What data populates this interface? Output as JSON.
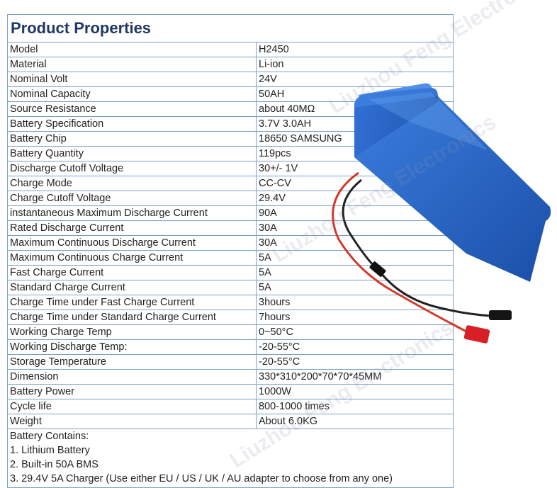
{
  "title": "Product Properties",
  "rows": [
    {
      "label": "Model",
      "value": "H2450"
    },
    {
      "label": "Material",
      "value": "Li-ion"
    },
    {
      "label": "Nominal Volt",
      "value": "24V"
    },
    {
      "label": "Nominal Capacity",
      "value": "50AH"
    },
    {
      "label": "Source Resistance",
      "value": "about 40MΩ"
    },
    {
      "label": "Battery Specification",
      "value": "3.7V 3.0AH"
    },
    {
      "label": "Battery Chip",
      "value": "18650 SAMSUNG"
    },
    {
      "label": "Battery Quantity",
      "value": "119pcs"
    },
    {
      "label": "Discharge Cutoff Voltage",
      "value": "30+/- 1V"
    },
    {
      "label": "Charge Mode",
      "value": "CC-CV"
    },
    {
      "label": "Charge Cutoff Voltage",
      "value": "29.4V"
    },
    {
      "label": "instantaneous Maximum Discharge Current",
      "value": "90A"
    },
    {
      "label": "Rated Discharge Current",
      "value": "30A"
    },
    {
      "label": "Maximum Continuous Discharge Current",
      "value": "30A"
    },
    {
      "label": "Maximum Continuous Charge Current",
      "value": "5A"
    },
    {
      "label": "Fast Charge Current",
      "value": "5A"
    },
    {
      "label": "Standard Charge Current",
      "value": "5A"
    },
    {
      "label": "Charge Time under Fast Charge Current",
      "value": "3hours"
    },
    {
      "label": "Charge Time under Standard Charge Current",
      "value": "7hours"
    },
    {
      "label": "Working Charge Temp",
      "value": "0~50°C"
    },
    {
      "label": "Working Discharge Temp:",
      "value": "-20-55°C"
    },
    {
      "label": "Storage Temperature",
      "value": "-20-55°C"
    },
    {
      "label": "Dimension",
      "value": "330*310*200*70*70*45MM"
    },
    {
      "label": "Battery Power",
      "value": "1000W"
    },
    {
      "label": "Cycle life",
      "value": "800-1000 times"
    },
    {
      "label": "Weight",
      "value": "About 6.0KG"
    }
  ],
  "contains": {
    "heading": "Battery Contains:",
    "items": [
      "1. Lithium Battery",
      "2. Built-in 50A BMS",
      "3. 29.4V 5A Charger (Use either EU / US / UK / AU adapter to choose from any one)"
    ]
  },
  "watermark": "Liuzhou Feng Electronics",
  "colors": {
    "title": "#1f3864",
    "border": "#7ba0c6",
    "battery": "#1f5fc4",
    "wire_red": "#d23a2a",
    "wire_black": "#222222",
    "connector_red": "#d81f26"
  }
}
